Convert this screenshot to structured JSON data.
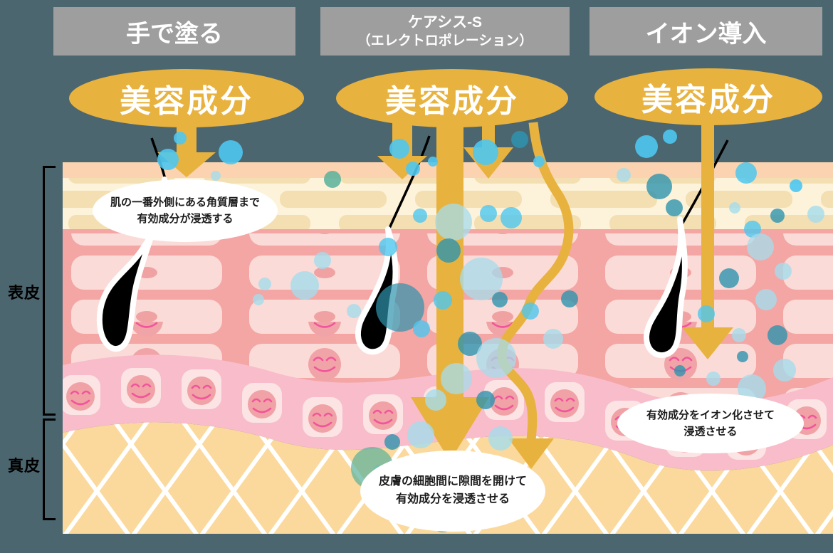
{
  "diagram_title": "skin penetration comparison of beauty ingredients",
  "headers": {
    "hand": {
      "label": "手で塗る"
    },
    "electro": {
      "line1": "ケアシス-S",
      "line2": "（エレクトロポレーション）"
    },
    "ion": {
      "label": "イオン導入"
    }
  },
  "ingredient_labels": {
    "hand": "美容成分",
    "electro": "美容成分",
    "ion": "美容成分"
  },
  "callouts": {
    "hand": {
      "line1": "肌の一番外側にある角質層まで",
      "line2": "有効成分が浸透する"
    },
    "electro": {
      "line1": "皮膚の細胞間に隙間を開けて",
      "line2": "有効成分を浸透させる"
    },
    "ion": {
      "line1": "有効成分をイオン化させて",
      "line2": "浸透させる"
    }
  },
  "layer_labels": {
    "epidermis": "表皮",
    "dermis": "真皮"
  },
  "colors": {
    "background": "#4c6670",
    "header_bg": "#9e9e9e",
    "accent_gold": "#e8b23f",
    "bubble_bright": "#4ec7ef",
    "bubble_pale": "#a5dcec",
    "bubble_teal": "#2e93ae",
    "bubble_green": "#58b09b",
    "skin_surface": "#fbd3b0",
    "stratum_corneum": "#fdf3da",
    "epidermis_pink": "#f3a6a4",
    "basal_band": "#f8bccb",
    "dermis_tan": "#fbd99c",
    "smile_magenta": "#f2549b"
  }
}
